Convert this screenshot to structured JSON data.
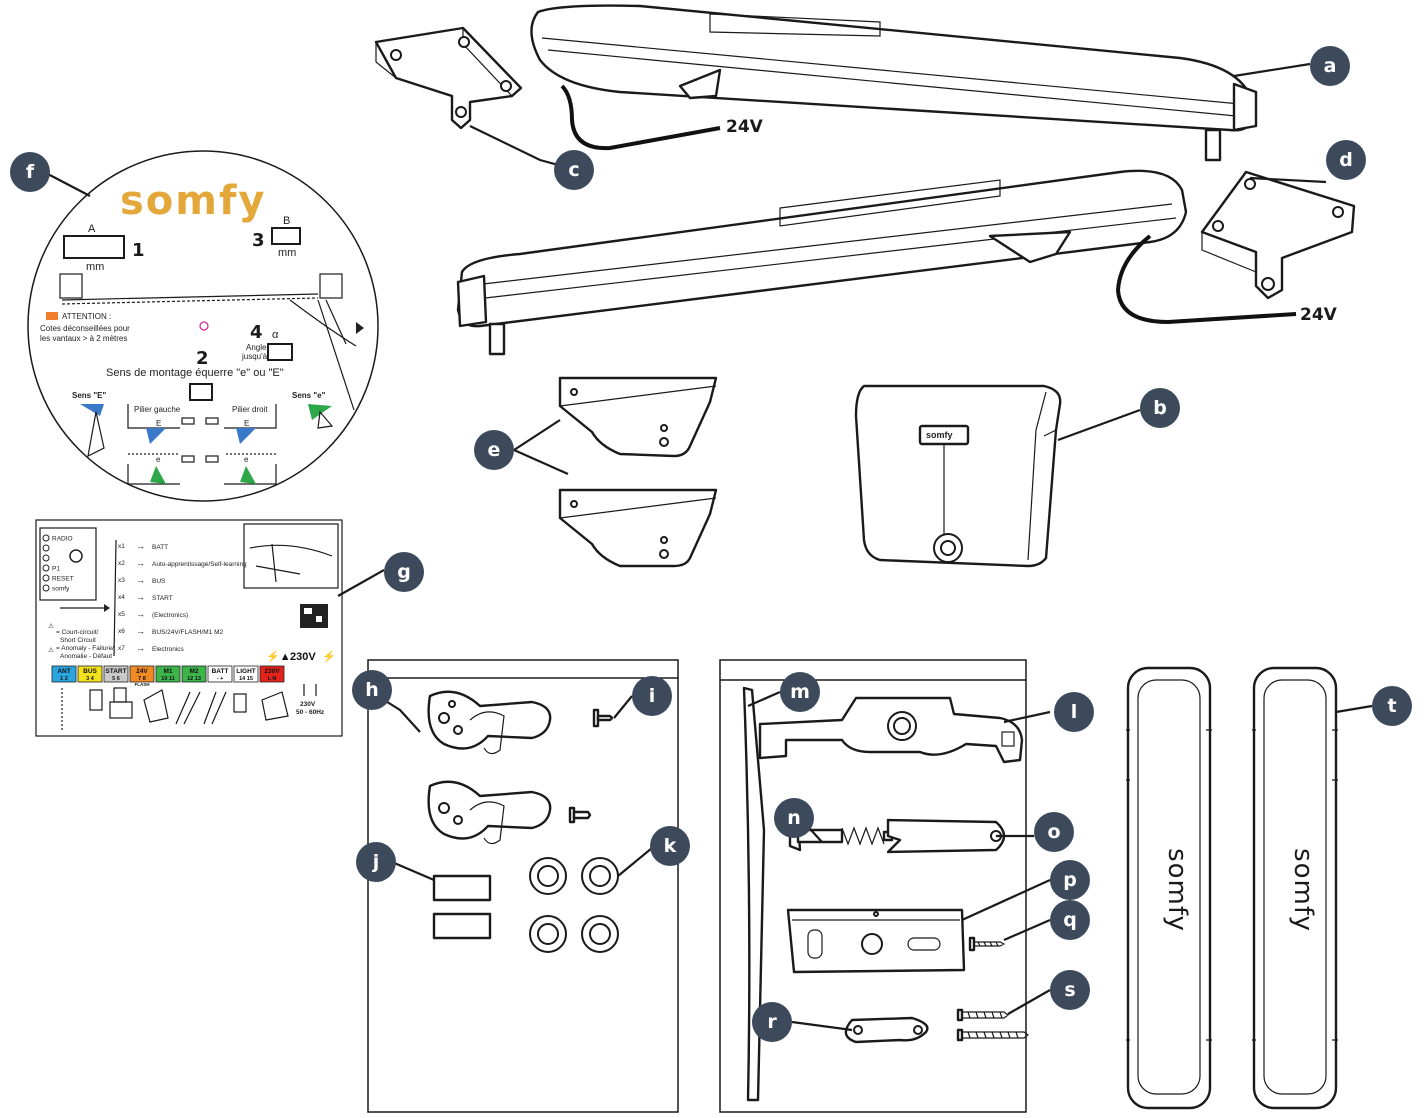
{
  "badges": [
    "a",
    "b",
    "c",
    "d",
    "e",
    "f",
    "g",
    "h",
    "i",
    "j",
    "k",
    "l",
    "m",
    "n",
    "o",
    "p",
    "q",
    "r",
    "s",
    "t"
  ],
  "actuator_top": {
    "voltage": "24V"
  },
  "actuator_bottom": {
    "voltage": "24V"
  },
  "control_box": {
    "logo": "somfy"
  },
  "label_disc": {
    "logo": "somfy",
    "field_1": {
      "letter": "A",
      "number": "1",
      "unit": "mm"
    },
    "field_3": {
      "letter": "B",
      "number": "3",
      "unit": "mm"
    },
    "field_4": {
      "number": "4",
      "symbol": "α",
      "caption_line1": "Angle",
      "caption_line2": "jusqu'à"
    },
    "field_2": {
      "number": "2",
      "caption": "Sens de montage équerre \"e\" ou \"E\""
    },
    "attention_title": "ATTENTION :",
    "attention_line1": "Cotes déconseillées pour",
    "attention_line2": "les vantaux > à 2 mètres",
    "sens_E": "Sens \"E\"",
    "sens_e": "Sens \"e\"",
    "pillar_left": "Pilier gauche",
    "pillar_right": "Pilier droit",
    "upper_mark": "E",
    "lower_mark": "e"
  },
  "wiring_label": {
    "leds": [
      "RADIO",
      "",
      "",
      "P1",
      "RESET",
      "somfy"
    ],
    "codes": [
      {
        "count": "x1",
        "text": "BATT"
      },
      {
        "count": "x2",
        "text": "Auto-apprentissage/Self-learning"
      },
      {
        "count": "x3",
        "text": "BUS"
      },
      {
        "count": "x4",
        "text": "START"
      },
      {
        "count": "x5",
        "text": "(Electronics)"
      },
      {
        "count": "x6",
        "text": "BUS/24V/FLASH/M1 M2"
      },
      {
        "count": "x7",
        "text": "Electronics"
      }
    ],
    "legend_short_1": "= Court-circuit/",
    "legend_short_2": "Short Circuit",
    "legend_anom_1": "= Anomaly - Failure/",
    "legend_anom_2": "Anomalie - Défaut",
    "power": "230V",
    "terminals": [
      {
        "name": "ANT",
        "pins": "1 2",
        "color": "#29a6e0"
      },
      {
        "name": "BUS",
        "pins": "3 4",
        "color": "#f2e21b"
      },
      {
        "name": "START",
        "pins": "5 6",
        "color": "#c9c9c9"
      },
      {
        "name": "24V",
        "pins": "7 8",
        "color": "#f08a24"
      },
      {
        "name": "M1",
        "pins": "10 11",
        "color": "#3cb44a"
      },
      {
        "name": "M2",
        "pins": "12 13",
        "color": "#3cb44a"
      },
      {
        "name": "BATT",
        "pins": "- +",
        "color": "#ffffff"
      },
      {
        "name": "LIGHT",
        "pins": "14 15",
        "color": "#ffffff"
      },
      {
        "name": "230V",
        "pins": "L N",
        "color": "#e2231a"
      }
    ],
    "flash_label": "FLASH",
    "supply_1": "230V",
    "supply_2": "50 - 60Hz"
  },
  "remotes": {
    "logo": "somfy"
  }
}
